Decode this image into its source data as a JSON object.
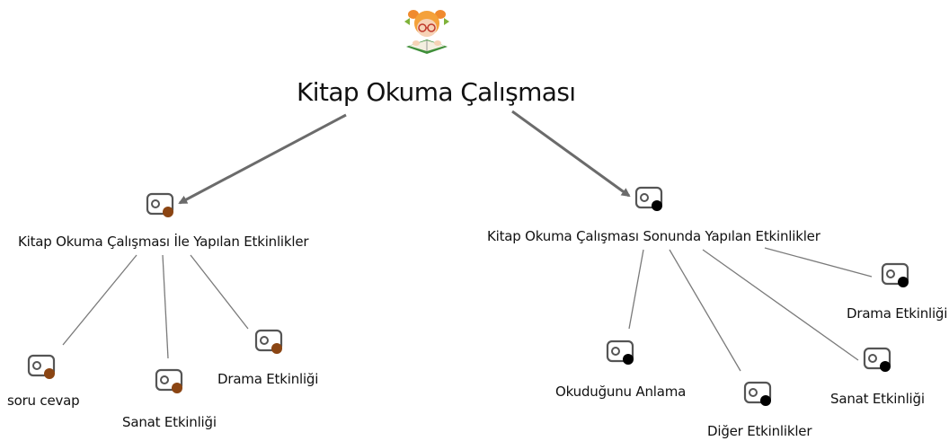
{
  "root": {
    "title": "Kitap Okuma Çalışması",
    "image": "girl-reading-book-icon"
  },
  "branches": [
    {
      "label": "Kitap Okuma Çalışması İle Yapılan Etkinlikler",
      "icon": "concept-node-icon",
      "dot_color": "#8B4513",
      "children": [
        "soru cevap",
        "Sanat Etkinliği",
        "Drama Etkinliği"
      ]
    },
    {
      "label": "Kitap Okuma Çalışması Sonunda Yapılan Etkinlikler",
      "icon": "concept-node-icon",
      "dot_color": "#000000",
      "children": [
        "Okuduğunu Anlama",
        "Diğer Etkinlikler",
        "Sanat Etkinliği",
        "Drama Etkinliği"
      ]
    }
  ],
  "colors": {
    "arrow": "#6b6b6b",
    "line": "#7a7a7a",
    "icon_outline": "#555555"
  }
}
